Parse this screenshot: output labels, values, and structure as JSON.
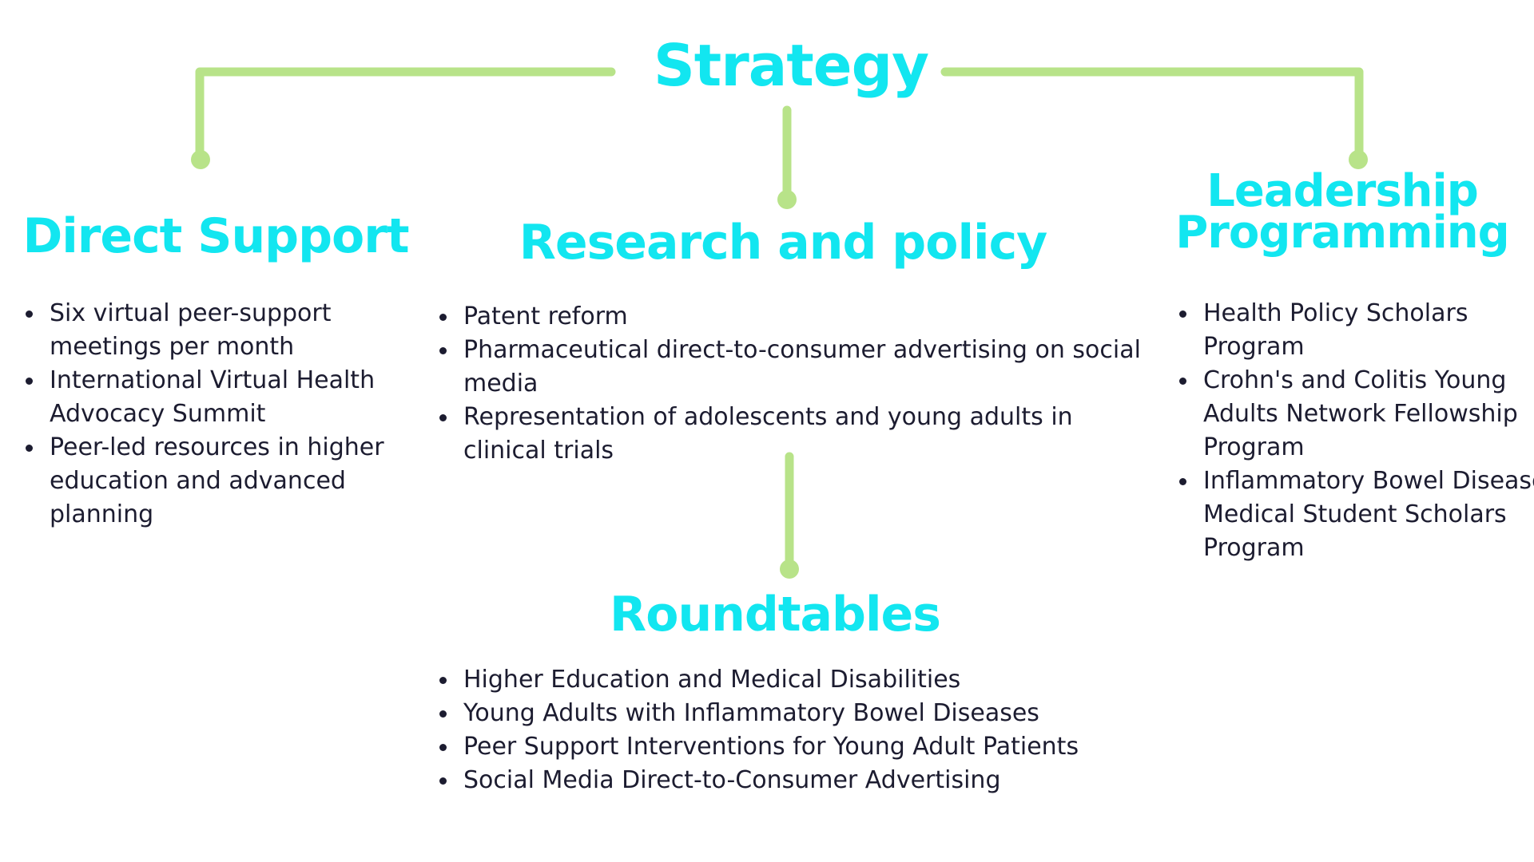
{
  "diagram": {
    "root": {
      "label": "Strategy"
    },
    "branches": [
      {
        "key": "direct_support",
        "heading": "Direct Support",
        "items": [
          "Six virtual peer-support meetings per month",
          "International Virtual Health Advocacy Summit",
          "Peer-led resources in higher education and advanced planning"
        ]
      },
      {
        "key": "research_policy",
        "heading": "Research and policy",
        "items": [
          "Patent reform",
          "Pharmaceutical direct-to-consumer advertising on social media",
          "Representation of adolescents and young adults in clinical trials"
        ]
      },
      {
        "key": "leadership",
        "heading": "Leadership Programming",
        "items": [
          "Health Policy Scholars Program",
          "Crohn's and Colitis Young Adults Network Fellowship Program",
          "Inflammatory Bowel Disease Medical Student Scholars Program"
        ]
      },
      {
        "key": "roundtables",
        "heading": "Roundtables",
        "items": [
          "Higher Education and Medical Disabilities",
          "Young Adults with Inflammatory Bowel Diseases",
          "Peer Support Interventions for Young Adult Patients",
          "Social Media Direct-to-Consumer Advertising"
        ]
      }
    ],
    "colors": {
      "heading": "#12e6f0",
      "connector": "#b8e389",
      "body_text": "#1c1c30",
      "background": "#ffffff"
    }
  }
}
